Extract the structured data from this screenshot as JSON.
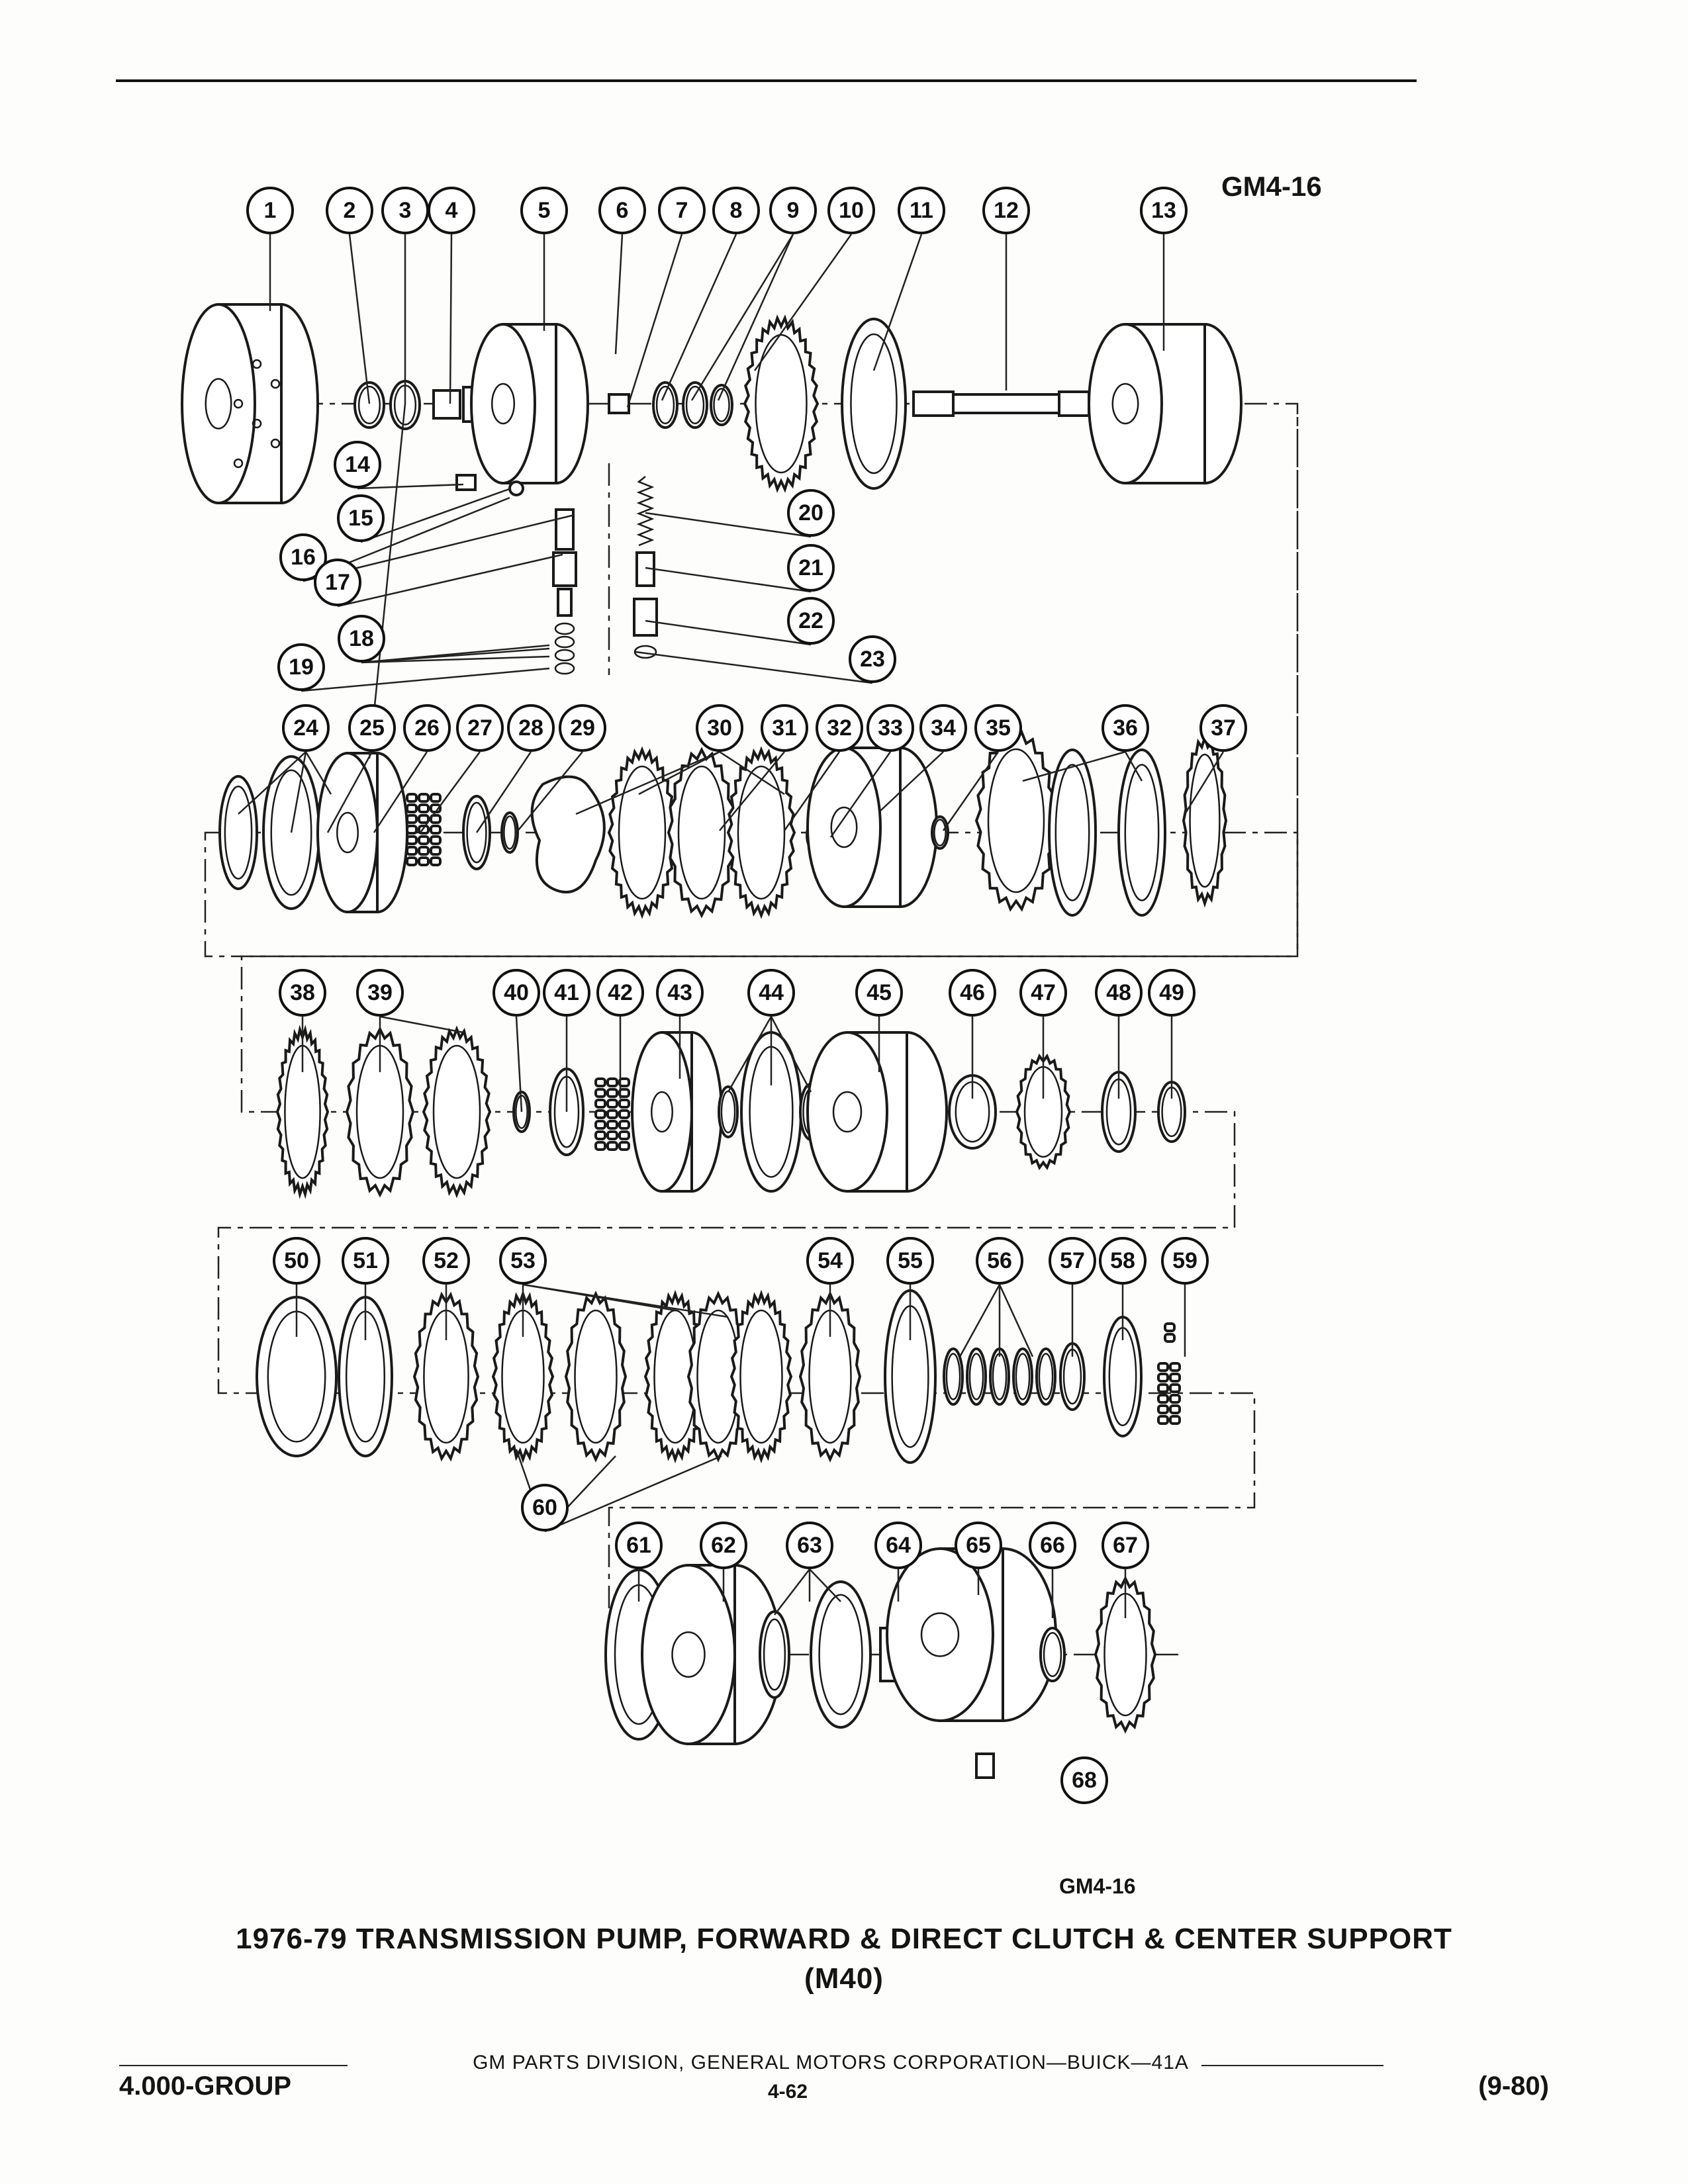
{
  "figure_code": "GM4-16",
  "caption": {
    "line1": "1976-79 TRANSMISSION PUMP, FORWARD & DIRECT CLUTCH & CENTER SUPPORT",
    "line2": "(M40)"
  },
  "footer": {
    "publisher": "GM PARTS DIVISION, GENERAL MOTORS CORPORATION—BUICK—41A",
    "group": "4.000-GROUP",
    "page": "4-62",
    "date": "(9-80)"
  },
  "callouts": [
    "1",
    "2",
    "3",
    "4",
    "5",
    "6",
    "7",
    "8",
    "9",
    "10",
    "11",
    "12",
    "13",
    "14",
    "15",
    "16",
    "17",
    "18",
    "19",
    "20",
    "21",
    "22",
    "23",
    "24",
    "25",
    "26",
    "27",
    "28",
    "29",
    "30",
    "31",
    "32",
    "33",
    "34",
    "35",
    "36",
    "37",
    "38",
    "39",
    "40",
    "41",
    "42",
    "43",
    "44",
    "45",
    "46",
    "47",
    "48",
    "49",
    "50",
    "51",
    "52",
    "53",
    "54",
    "55",
    "56",
    "57",
    "58",
    "59",
    "60",
    "61",
    "62",
    "63",
    "64",
    "65",
    "66",
    "67",
    "68"
  ]
}
